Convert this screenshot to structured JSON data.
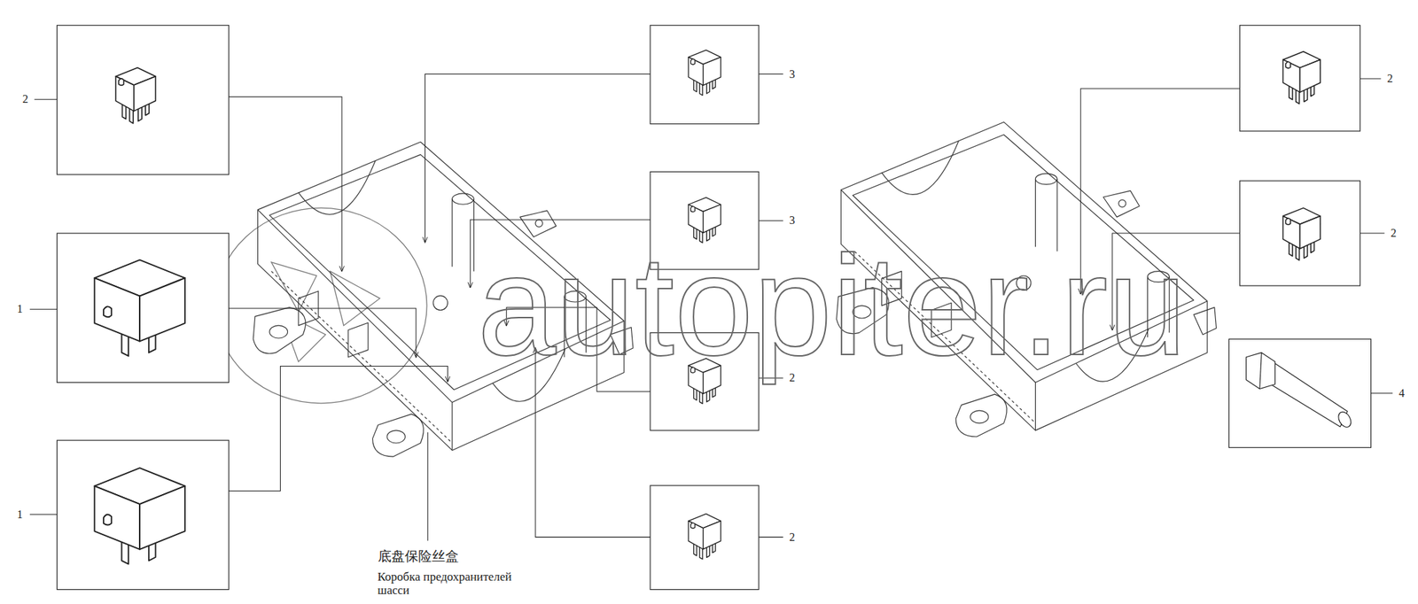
{
  "diagram": {
    "labels": [
      "2",
      "1",
      "1",
      "3",
      "3",
      "2",
      "2",
      "2",
      "2",
      "4",
      "底盘保险丝盒",
      "Коробка предохранителей шасси",
      "autopiter.ru"
    ]
  }
}
